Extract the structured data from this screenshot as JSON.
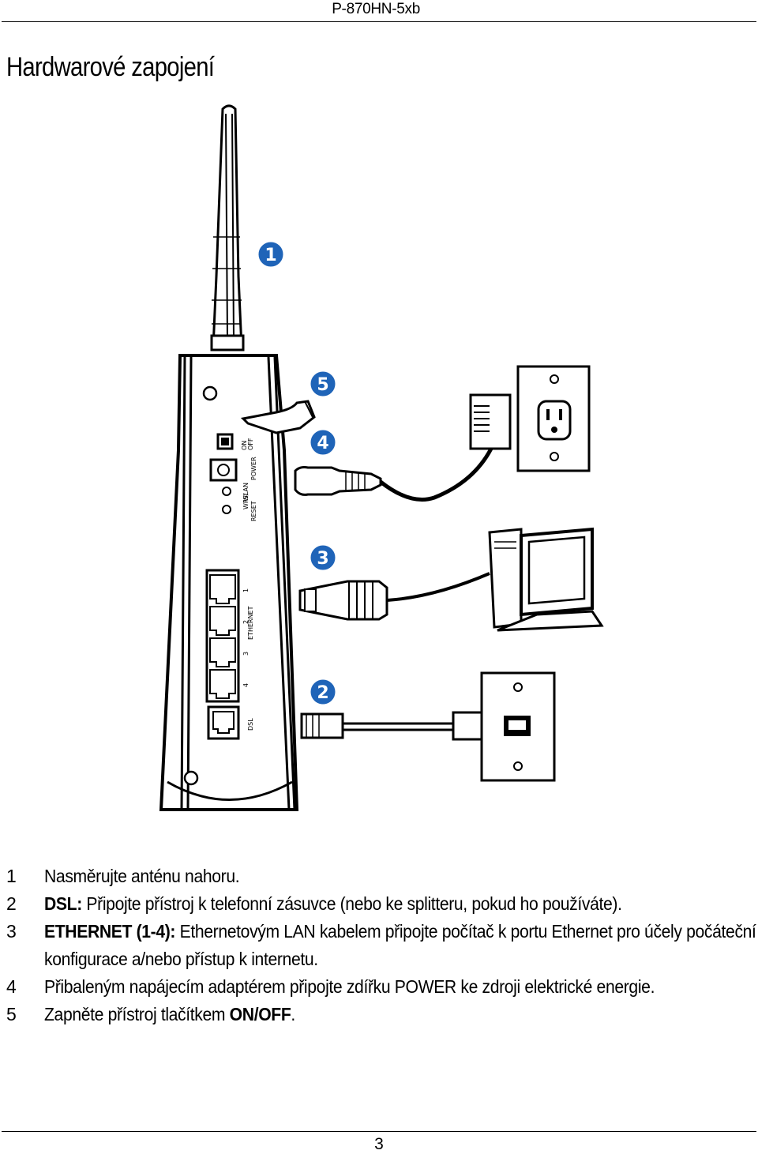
{
  "header": {
    "model": "P-870HN-5xb"
  },
  "heading": "Hardwarové zapojení",
  "figure": {
    "callouts": [
      "1",
      "5",
      "4",
      "3",
      "2"
    ],
    "device_labels": {
      "on": "ON",
      "off": "OFF",
      "power": "POWER",
      "wlan": "WLAN",
      "reset": "RESET",
      "wps": "WPS/",
      "ethernet": "ETHERNET",
      "dsl": "DSL",
      "port_numbers": [
        "1",
        "2",
        "3",
        "4"
      ]
    },
    "callout_color": "#1f64b8"
  },
  "steps": [
    {
      "num": "1",
      "label": "",
      "text": "Nasměrujte anténu nahoru."
    },
    {
      "num": "2",
      "label": "DSL:",
      "text": " Připojte přístroj k telefonní zásuvce (nebo ke splitteru, pokud ho používáte)."
    },
    {
      "num": "3",
      "label": "ETHERNET (1-4):",
      "text": " Ethernetovým LAN kabelem připojte počítač k portu Ethernet pro účely počáteční konfigurace a/nebo přístup k internetu."
    },
    {
      "num": "4",
      "label": "",
      "text": "Přibaleným napájecím adaptérem připojte zdířku POWER ke zdroji elektrické energie."
    },
    {
      "num": "5",
      "text": "Zapněte přístroj tlačítkem ",
      "label_after": "ON/OFF",
      "text_after": "."
    }
  ],
  "footer": {
    "page_number": "3"
  }
}
